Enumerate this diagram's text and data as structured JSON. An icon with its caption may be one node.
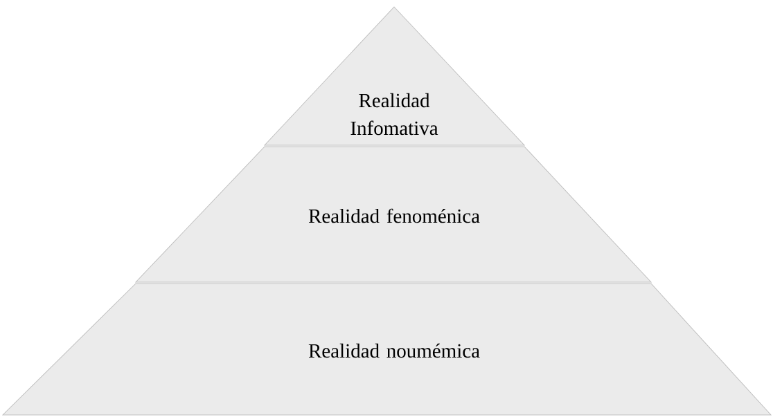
{
  "diagram": {
    "nodes": [
      {
        "text": [
          "Realidad Infomativa"
        ]
      },
      {
        "text": [
          "Realidad fenoménica"
        ]
      },
      {
        "text": [
          "Realidad noumémica"
        ]
      }
    ]
  }
}
